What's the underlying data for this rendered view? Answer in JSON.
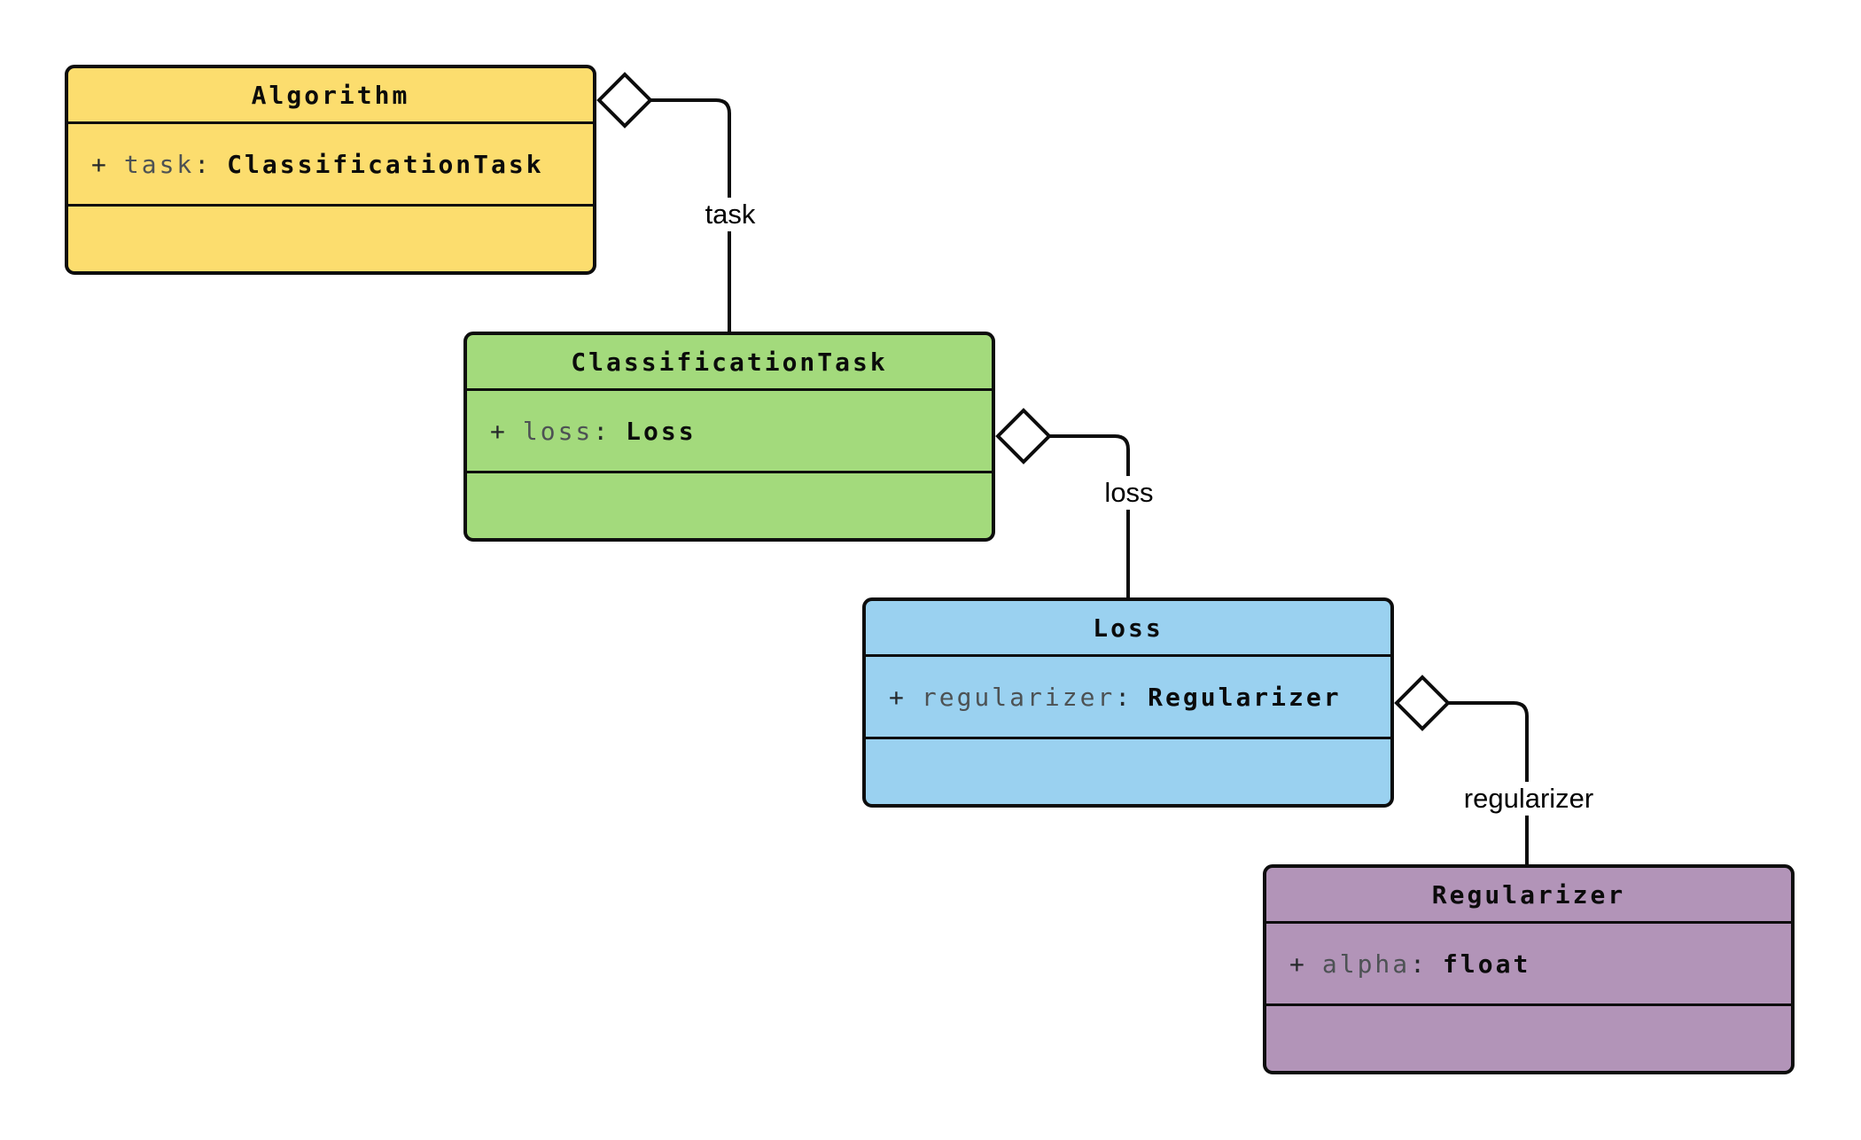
{
  "diagram": {
    "kind": "uml-class-diagram",
    "background": "#ffffff",
    "stroke": "#0d0d0d",
    "title_color": "#0b0b0b",
    "attr_symbol_color": "#26292b",
    "attr_name_color": "#4d5254",
    "attr_type_color": "#0b0b0b",
    "edge_label_color": "#000000",
    "diamond_fill": "#ffffff"
  },
  "classes": [
    {
      "name": "Algorithm",
      "fill": "#FCDD6E",
      "attributes": [
        {
          "visibility": "+",
          "name": "task",
          "separator": ":",
          "type": "ClassificationTask"
        }
      ]
    },
    {
      "name": "ClassificationTask",
      "fill": "#A3DA7C",
      "attributes": [
        {
          "visibility": "+",
          "name": "loss",
          "separator": ":",
          "type": "Loss"
        }
      ]
    },
    {
      "name": "Loss",
      "fill": "#9AD1F0",
      "attributes": [
        {
          "visibility": "+",
          "name": "regularizer",
          "separator": ":",
          "type": "Regularizer"
        }
      ]
    },
    {
      "name": "Regularizer",
      "fill": "#B294B8",
      "attributes": [
        {
          "visibility": "+",
          "name": "alpha",
          "separator": ":",
          "type": "float"
        }
      ]
    }
  ],
  "relations": [
    {
      "from": "Algorithm",
      "to": "ClassificationTask",
      "label": "task",
      "kind": "aggregation"
    },
    {
      "from": "ClassificationTask",
      "to": "Loss",
      "label": "loss",
      "kind": "aggregation"
    },
    {
      "from": "Loss",
      "to": "Regularizer",
      "label": "regularizer",
      "kind": "aggregation"
    }
  ]
}
